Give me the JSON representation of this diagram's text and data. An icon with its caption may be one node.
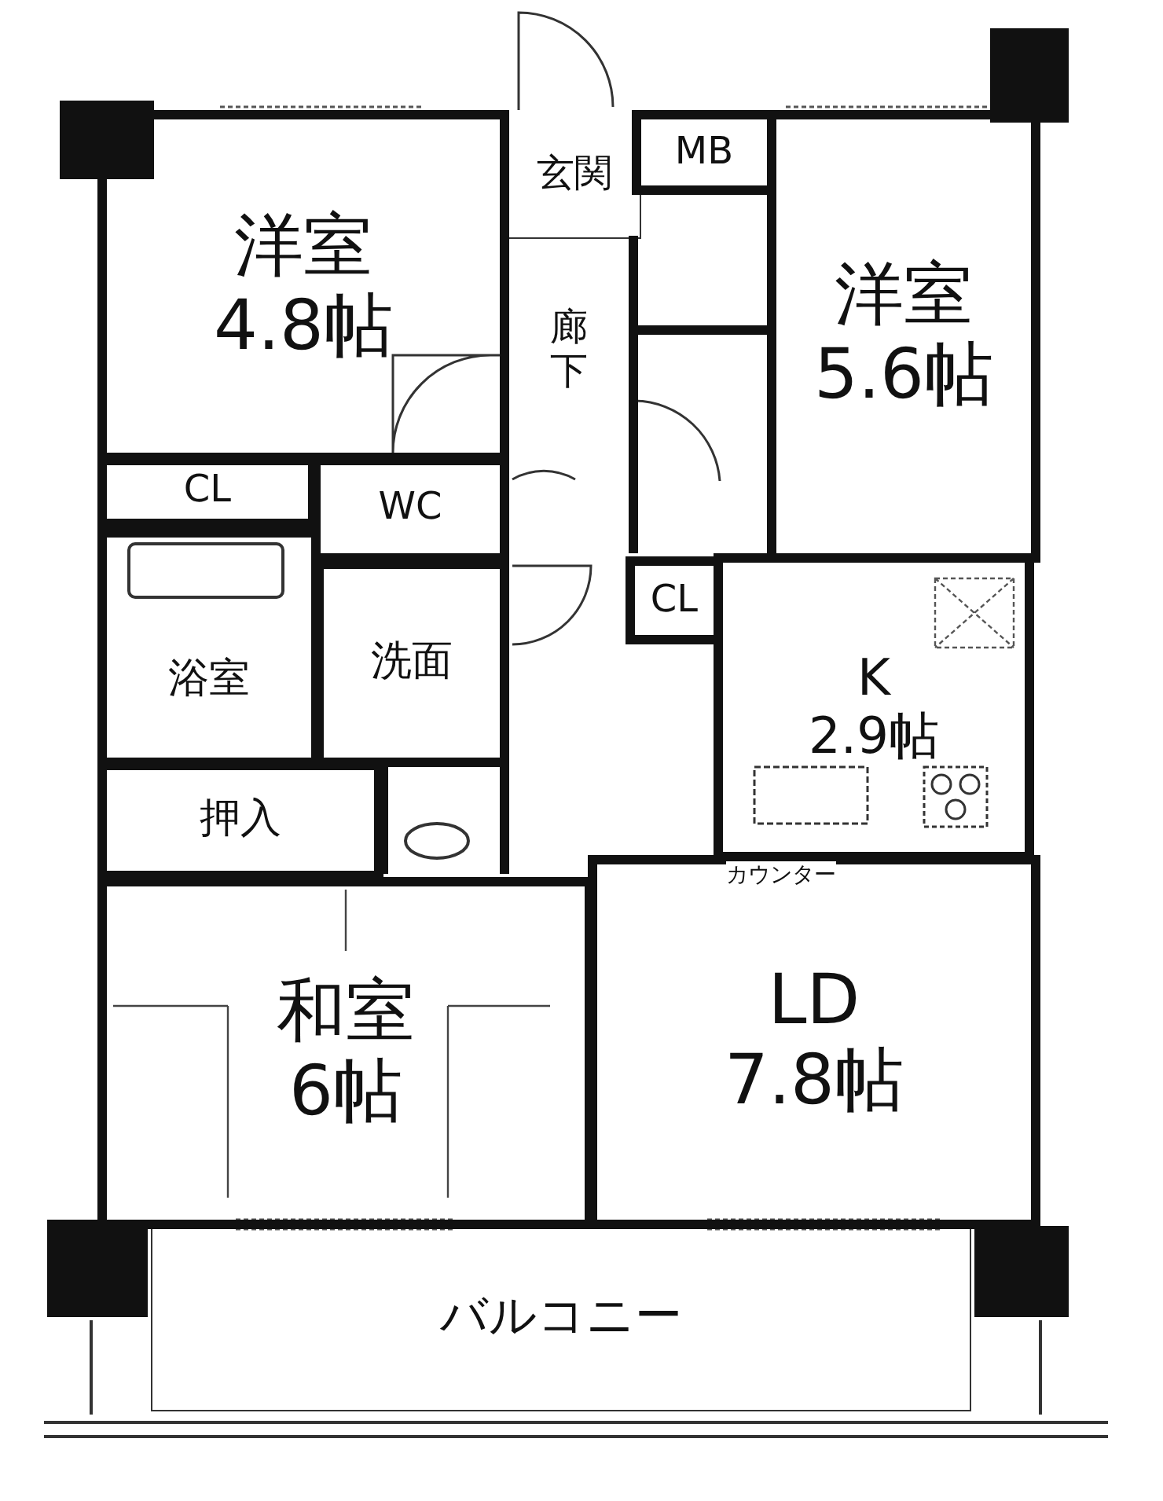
{
  "diagram": {
    "nodes": [
      {
        "text": [
          "洋室",
          "4.8帖"
        ]
      },
      {
        "text": [
          "玄関"
        ]
      },
      {
        "text": [
          "MB"
        ]
      },
      {
        "text": [
          "廊下"
        ]
      },
      {
        "text": [
          "洋室",
          "5.6帖"
        ]
      },
      {
        "text": [
          "CL"
        ]
      },
      {
        "text": [
          "WC"
        ]
      },
      {
        "text": [
          "CL"
        ]
      },
      {
        "text": [
          "K",
          "2.9帖"
        ]
      },
      {
        "text": [
          "浴室"
        ]
      },
      {
        "text": [
          "洗面"
        ]
      },
      {
        "text": [
          "押入"
        ]
      },
      {
        "text": [
          "和室",
          "6帖"
        ]
      },
      {
        "text": [
          "LD",
          "7.8帖"
        ]
      },
      {
        "text": [
          "バルコニー"
        ]
      }
    ],
    "labels": [
      "カウンター"
    ]
  }
}
